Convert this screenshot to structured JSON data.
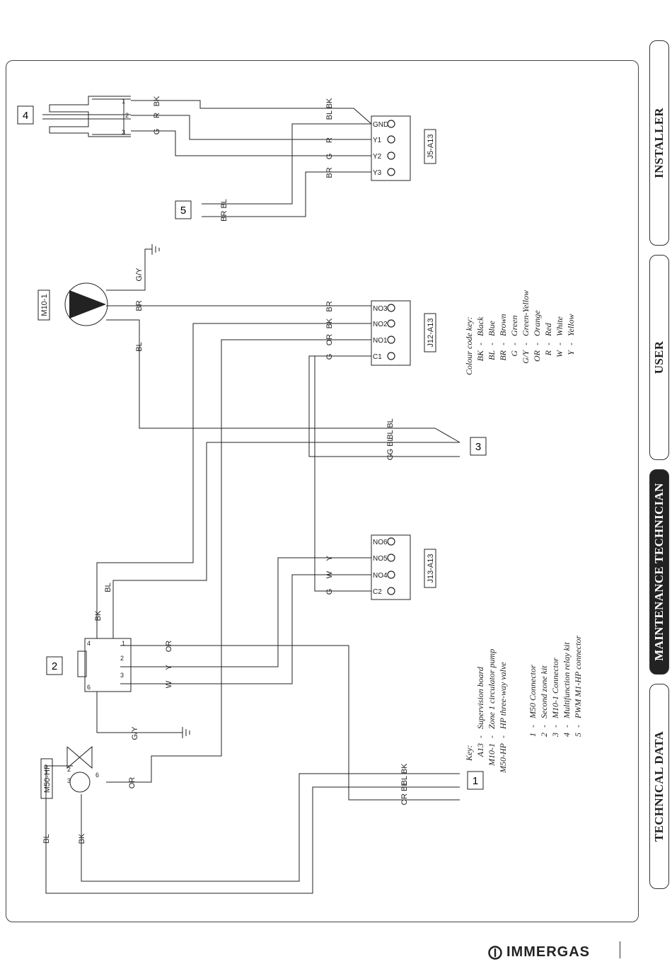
{
  "tabs": [
    {
      "label": "INSTALLER",
      "active": false
    },
    {
      "label": "USER",
      "active": false
    },
    {
      "label": "MAINTENANCE TECHNICIAN",
      "active": true
    },
    {
      "label": "TECHNICAL DATA",
      "active": false
    }
  ],
  "brand": {
    "logo_text": "IMMERGAS"
  },
  "diagram": {
    "boxes": {
      "b1": "1",
      "b2": "2",
      "b3": "3",
      "b4": "4",
      "b5": "5"
    },
    "connectors": {
      "j5": "J5-A13",
      "j12": "J12-A13",
      "j13": "J13-A13"
    },
    "components": {
      "pump": "M10-1",
      "valve": "M50-HP"
    },
    "terminals": {
      "j5": [
        "GND",
        "Y1",
        "Y2",
        "Y3"
      ],
      "j12": [
        "NO3",
        "NO2",
        "NO1",
        "C1"
      ],
      "j13": [
        "NO6",
        "NO5",
        "NO4",
        "C2"
      ]
    },
    "pins": {
      "relay_4": "4",
      "relay_1": "1",
      "relay_2": "2",
      "relay_3": "3",
      "relay_6": "6",
      "top_1": "1",
      "top_2": "2",
      "top_3": "3",
      "valve_2": "2",
      "valve_3": "3",
      "valve_6": "6"
    },
    "wire_labels": {
      "w1": "BK",
      "w2": "R",
      "w3": "G",
      "w4": "BL BK",
      "w5": "R",
      "w6": "G",
      "w7": "BR",
      "w8": "BR BL",
      "w9": "G/Y",
      "w10": "BR",
      "w11": "BR",
      "w12": "BK",
      "w13": "OR",
      "w14": "G",
      "w15": "BL",
      "w16": "BL BL",
      "w17": "G BL",
      "w18": "G",
      "w19": "Y",
      "w20": "W",
      "w21": "G",
      "w22": "BL",
      "w23": "BK",
      "w24": "OR",
      "w25": "Y",
      "w26": "W",
      "w27": "G/Y",
      "w28": "OR",
      "w29": "BL",
      "w30": "BK",
      "w31": "BL BK",
      "w32": "OR BL"
    }
  },
  "key": {
    "title": "Key:",
    "items": [
      {
        "code": "A13",
        "desc": "Supervision board"
      },
      {
        "code": "M10-1",
        "desc": "Zone 1 circulator pump"
      },
      {
        "code": "M50-HP",
        "desc": "HP three-way valve"
      }
    ],
    "numbered": [
      {
        "code": "1",
        "desc": "M50 Connector"
      },
      {
        "code": "2",
        "desc": "Second zone kit"
      },
      {
        "code": "3",
        "desc": "M10-1 Connector"
      },
      {
        "code": "4",
        "desc": "Multifunction relay kit"
      },
      {
        "code": "5",
        "desc": "PWM M1-HP connector"
      }
    ]
  },
  "colour_key": {
    "title": "Colour code key:",
    "items": [
      {
        "code": "BK",
        "desc": "Black"
      },
      {
        "code": "BL",
        "desc": "Blue"
      },
      {
        "code": "BR",
        "desc": "Brown"
      },
      {
        "code": "G",
        "desc": "Green"
      },
      {
        "code": "G/Y",
        "desc": "Green-Yellow"
      },
      {
        "code": "OR",
        "desc": "Orange"
      },
      {
        "code": "R",
        "desc": "Red"
      },
      {
        "code": "W",
        "desc": "White"
      },
      {
        "code": "Y",
        "desc": "Yellow"
      }
    ]
  }
}
